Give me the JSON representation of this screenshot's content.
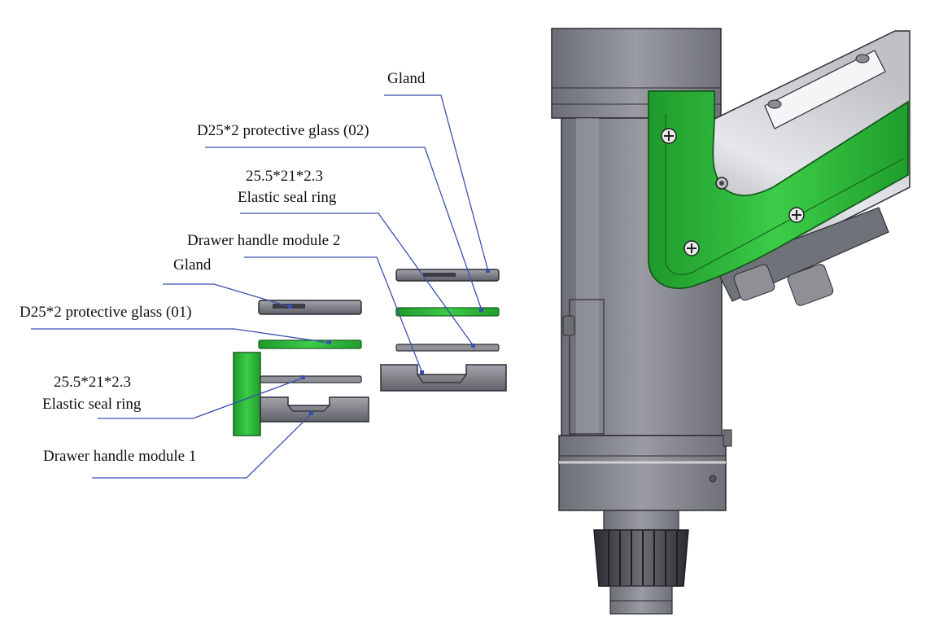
{
  "colors": {
    "leader": "#3a4fb0",
    "part_gray": "#7d7f86",
    "part_edge": "#2c2d33",
    "green": "#2fb53a",
    "body_gray": "#82848c",
    "background": "#ffffff"
  },
  "labels": {
    "gland_02": "Gland",
    "glass_02": "D25*2 protective glass (02)",
    "seal_02_dim": "25.5*21*2.3",
    "seal_02_name": "Elastic seal ring",
    "drawer_2": "Drawer handle module 2",
    "gland_01": "Gland",
    "glass_01": "D25*2 protective glass (01)",
    "seal_01_dim": "25.5*21*2.3",
    "seal_01_name": "Elastic seal ring",
    "drawer_1": "Drawer handle module 1"
  },
  "icons": [
    "screw-icon",
    "screw-icon",
    "screw-icon",
    "screw-icon"
  ]
}
